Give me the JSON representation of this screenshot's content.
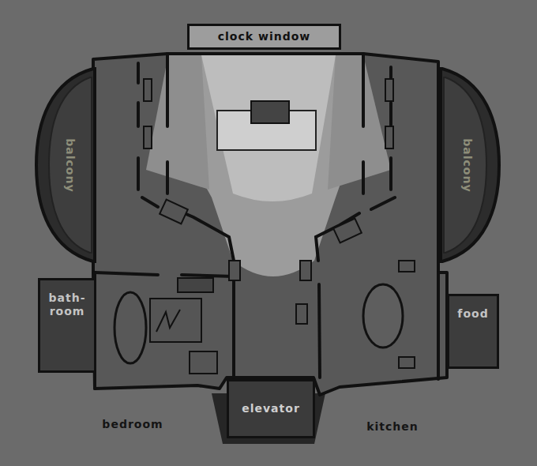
{
  "diagram": {
    "nodes": [
      {
        "text": [
          "clock window"
        ]
      },
      {
        "text": [
          "balcony"
        ]
      },
      {
        "text": [
          "balcony"
        ]
      },
      {
        "text": [
          "bath- room"
        ]
      },
      {
        "text": [
          "food"
        ]
      },
      {
        "text": [
          "elevator"
        ]
      }
    ],
    "labels": [
      "bedroom",
      "kitchen"
    ]
  }
}
